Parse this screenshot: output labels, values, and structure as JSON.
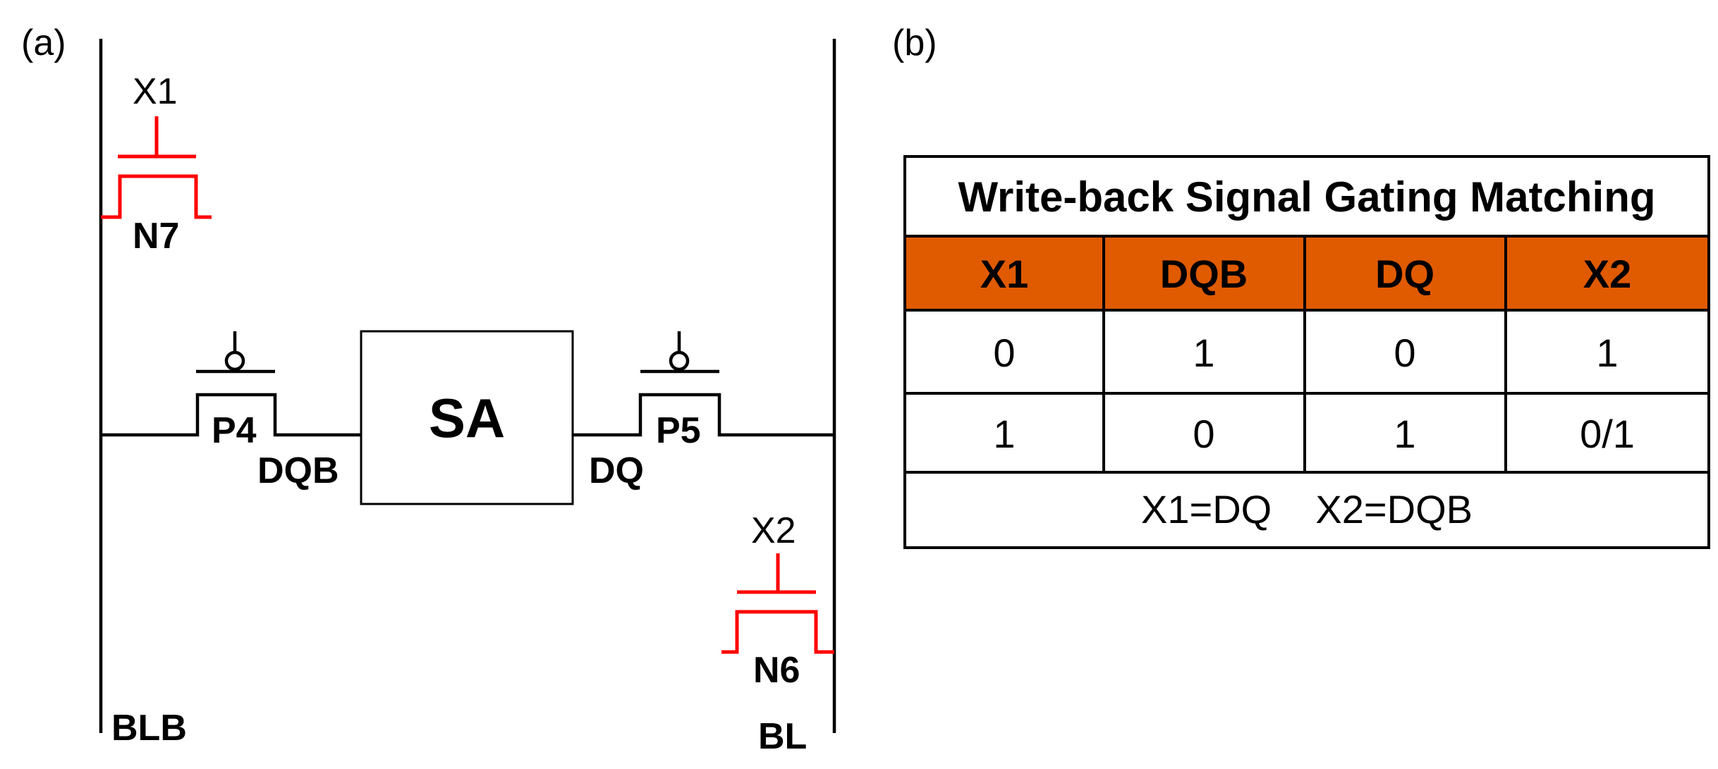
{
  "panel_a": {
    "label": "(a)",
    "transistors": {
      "n7_gate": "X1",
      "n7_name": "N7",
      "n6_gate": "X2",
      "n6_name": "N6",
      "p4_name": "P4",
      "p5_name": "P5"
    },
    "nodes": {
      "dqb": "DQB",
      "dq": "DQ",
      "blb": "BLB",
      "bl": "BL"
    },
    "sense_amp": "SA",
    "colors": {
      "nmos": "#ff0000",
      "wire": "#000000"
    }
  },
  "panel_b": {
    "label": "(b)",
    "table": {
      "title": "Write-back Signal Gating Matching",
      "headers": [
        "X1",
        "DQB",
        "DQ",
        "X2"
      ],
      "rows": [
        [
          "0",
          "1",
          "0",
          "1"
        ],
        [
          "1",
          "0",
          "1",
          "0/1"
        ]
      ],
      "footer": "X1=DQ    X2=DQB",
      "header_color": "#e05a00"
    }
  }
}
